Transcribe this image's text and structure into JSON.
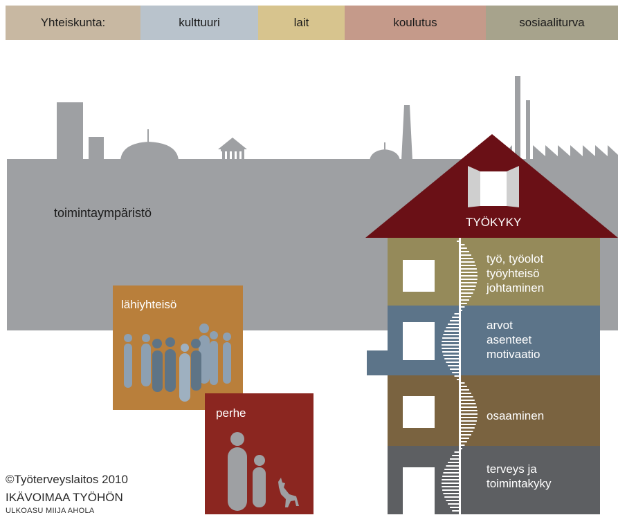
{
  "colors": {
    "society": "#c8b8a2",
    "culture": "#b9c3cc",
    "laws": "#d7c48e",
    "education": "#c59a8a",
    "social_security": "#a7a38c",
    "environment": "#9ea0a3",
    "roof": "#6a1016",
    "floor_work": "#958a5a",
    "floor_values": "#5c7489",
    "floor_competence": "#7a6340",
    "floor_health": "#5d5f62",
    "community": "#b97f3b",
    "family": "#8b2620"
  },
  "society_bar": {
    "label": "Yhteiskunta:",
    "items": [
      "kulttuuri",
      "lait",
      "koulutus",
      "sosiaaliturva"
    ]
  },
  "environment": {
    "label": "toimintaympäristö"
  },
  "house": {
    "roof_label": "TYÖKYKY",
    "floors": [
      {
        "lines": [
          "työ, työolot",
          "työyhteisö",
          "johtaminen"
        ]
      },
      {
        "lines": [
          "arvot",
          "asenteet",
          "motivaatio"
        ]
      },
      {
        "lines": [
          "osaaminen"
        ]
      },
      {
        "lines": [
          "terveys ja",
          "toimintakyky"
        ]
      }
    ]
  },
  "community": {
    "label": "lähiyhteisö"
  },
  "family": {
    "label": "perhe"
  },
  "credits": {
    "copyright": "©Työterveyslaitos 2010",
    "title": "IKÄVOIMAA TYÖHÖN",
    "layout": "ULKOASU MIIJA AHOLA"
  }
}
